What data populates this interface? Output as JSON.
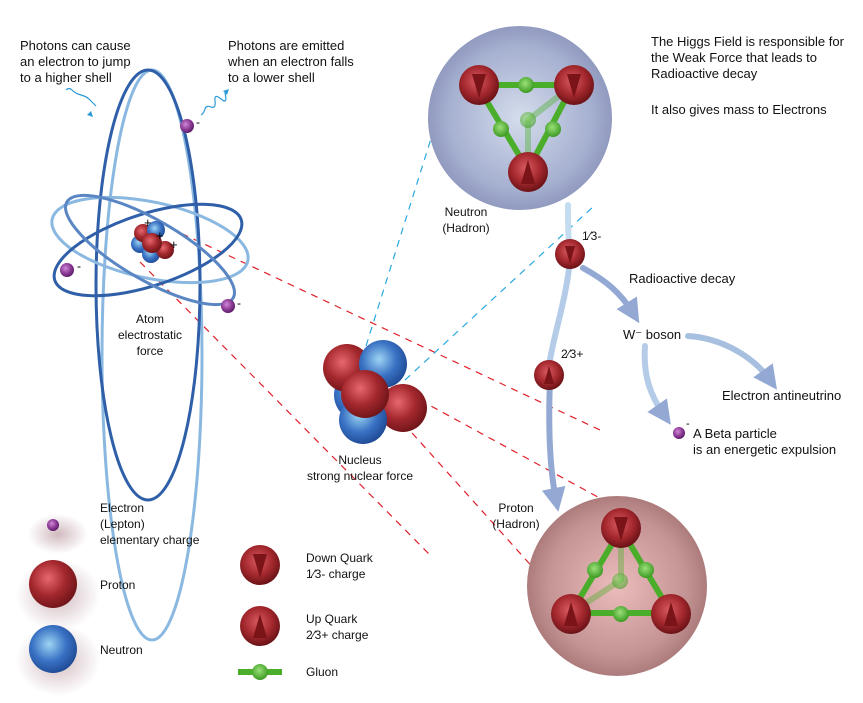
{
  "annotations": {
    "photon_absorb": "Photons can cause\nan electron to jump\nto a higher shell",
    "photon_emit": "Photons are emitted\nwhen an electron falls\nto a lower shell",
    "higgs": "The Higgs Field is responsible for\nthe Weak Force that leads to\nRadioactive decay",
    "higgs_mass": "It also gives mass to Electrons",
    "atom": "Atom\nelectrostatic\nforce",
    "nucleus": "Nucleus\nstrong nuclear force",
    "neutron_hadron": "Neutron\n(Hadron)",
    "proton_hadron": "Proton\n(Hadron)",
    "charge_down": "1⁄3-",
    "charge_up": "2⁄3+",
    "radioactive_decay": "Radioactive decay",
    "w_boson": "W⁻ boson",
    "antineutrino": "Electron antineutrino",
    "beta_particle": "A Beta particle\nis an energetic expulsion",
    "electron_sign": "-",
    "proton_sign": "+"
  },
  "legend": {
    "electron": "Electron\n(Lepton)\nelementary charge",
    "proton": "Proton",
    "neutron": "Neutron",
    "down_quark": "Down Quark\n1⁄3- charge",
    "up_quark": "Up Quark\n2⁄3+ charge",
    "gluon": "Gluon"
  },
  "colors": {
    "proton": "#a3282e",
    "neutron": "#3a72c4",
    "electron": "#8a3a94",
    "gluon": "#4aae2a",
    "orbit_dark": "#2f5fa8",
    "orbit_light": "#8ab8e0",
    "red_dash": "#e0202a",
    "blue_dash": "#2aa8e0",
    "neutron_hadron_bg": "#9aa6c8",
    "proton_hadron_bg": "#c49494",
    "decay_arrow": "#9cb2d8"
  }
}
